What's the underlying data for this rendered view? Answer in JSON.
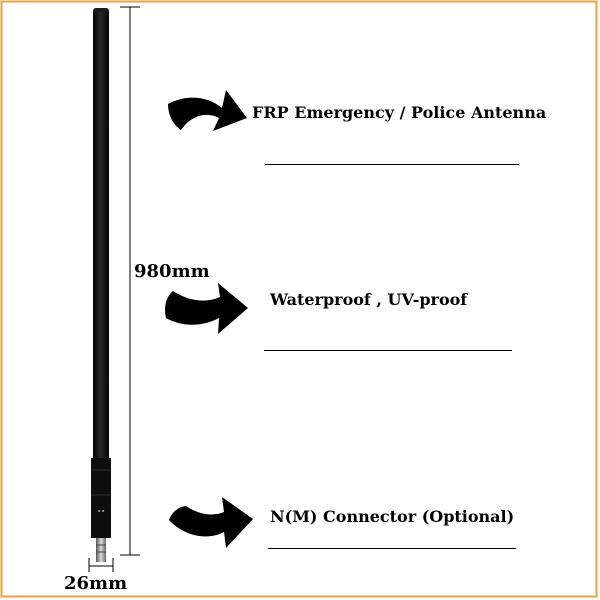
{
  "product": {
    "features": [
      {
        "label": "FRP Emergency / Police Antenna"
      },
      {
        "label": "Waterproof , UV-proof"
      },
      {
        "label": "N(M) Connector (Optional)"
      }
    ],
    "dimensions": {
      "length": "980mm",
      "diameter": "26mm"
    }
  },
  "colors": {
    "border": "#e8a040",
    "antenna": "#141414",
    "arrow": "#000000"
  }
}
